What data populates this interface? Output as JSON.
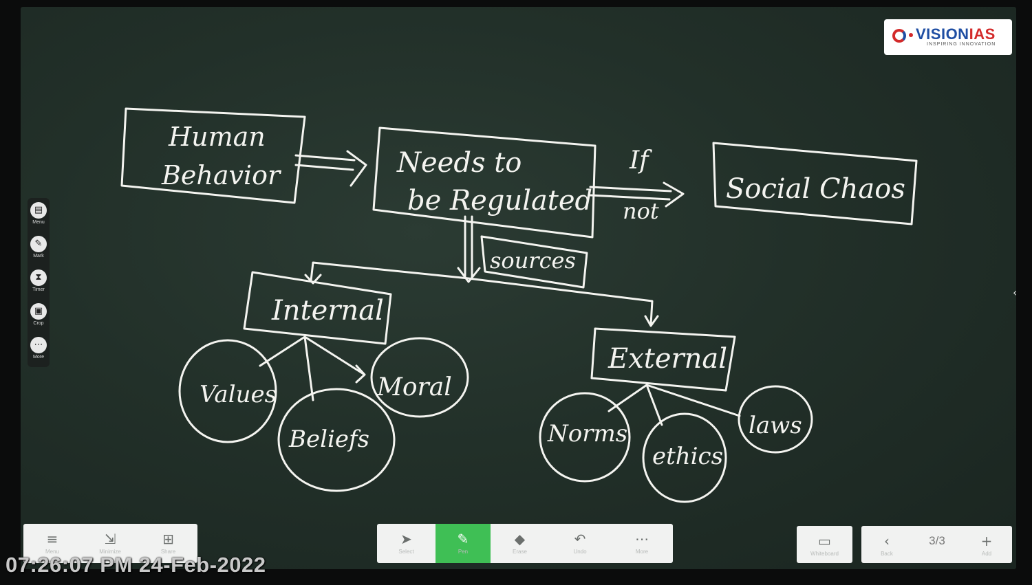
{
  "brand": {
    "name_a": "VISION",
    "name_b": "IAS",
    "tagline": "INSPIRING INNOVATION",
    "colors": {
      "blue": "#1f4ea3",
      "red": "#d32a2a"
    }
  },
  "board": {
    "nodes": {
      "human_behavior_1": "Human",
      "human_behavior_2": "Behavior",
      "needs_1": "Needs to",
      "needs_2": "be Regulated",
      "if_label": "If",
      "not_label": "not",
      "social_chaos": "Social Chaos",
      "sources": "sources",
      "internal": "Internal",
      "external": "External",
      "values": "Values",
      "beliefs": "Beliefs",
      "moral": "Moral",
      "norms": "Norms",
      "ethics": "ethics",
      "laws": "laws"
    }
  },
  "side_toolbar": [
    {
      "label": "Menu",
      "icon": "menu-icon",
      "glyph": "▤"
    },
    {
      "label": "Mark",
      "icon": "pen-icon",
      "glyph": "✎"
    },
    {
      "label": "Timer",
      "icon": "hourglass-icon",
      "glyph": "⧗"
    },
    {
      "label": "Crop",
      "icon": "crop-icon",
      "glyph": "▣"
    },
    {
      "label": "More",
      "icon": "more-icon",
      "glyph": "⋯"
    }
  ],
  "left_toolbar": [
    {
      "label": "Menu",
      "icon": "menu-icon",
      "glyph": "≡"
    },
    {
      "label": "Minimize",
      "icon": "minimize-icon",
      "glyph": "⇲"
    },
    {
      "label": "Share",
      "icon": "qr-icon",
      "glyph": "⊞"
    }
  ],
  "mid_toolbar": [
    {
      "label": "Select",
      "icon": "cursor-icon",
      "glyph": "➤"
    },
    {
      "label": "Pen",
      "icon": "pen-icon",
      "glyph": "✎"
    },
    {
      "label": "Erase",
      "icon": "eraser-icon",
      "glyph": "◆"
    },
    {
      "label": "Undo",
      "icon": "undo-icon",
      "glyph": "↶"
    },
    {
      "label": "More",
      "icon": "more-icon",
      "glyph": "⋯"
    }
  ],
  "whiteboard_button": {
    "label": "Whiteboard",
    "icon": "monitor-icon",
    "glyph": "▭"
  },
  "pages": {
    "prev_label": "Back",
    "next_label": "Add",
    "indicator": "3/3",
    "prev_glyph": "‹",
    "next_glyph": "+"
  },
  "timestamp": "07:26:07 PM 24-Feb-2022",
  "collapse_glyph": "‹"
}
